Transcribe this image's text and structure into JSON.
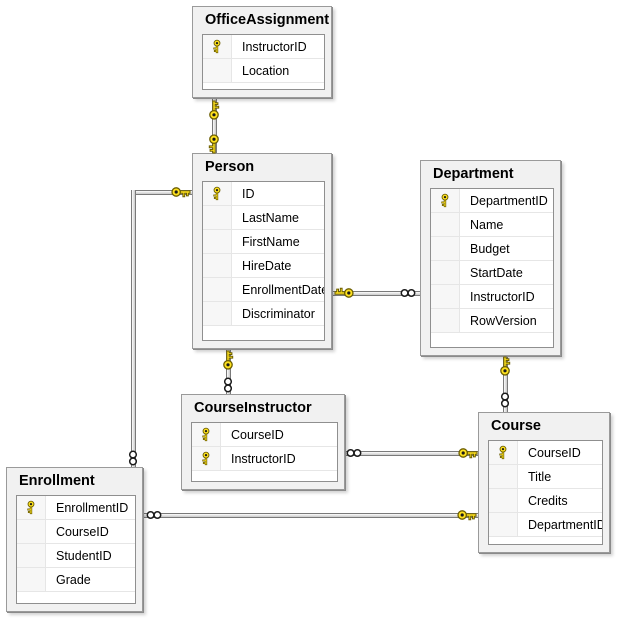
{
  "diagram": {
    "tables": [
      {
        "title": "OfficeAssignment",
        "fields": [
          {
            "name": "InstructorID",
            "key": true
          },
          {
            "name": "Location",
            "key": false
          }
        ]
      },
      {
        "title": "Person",
        "fields": [
          {
            "name": "ID",
            "key": true
          },
          {
            "name": "LastName",
            "key": false
          },
          {
            "name": "FirstName",
            "key": false
          },
          {
            "name": "HireDate",
            "key": false
          },
          {
            "name": "EnrollmentDate",
            "key": false
          },
          {
            "name": "Discriminator",
            "key": false
          }
        ]
      },
      {
        "title": "Department",
        "fields": [
          {
            "name": "DepartmentID",
            "key": true
          },
          {
            "name": "Name",
            "key": false
          },
          {
            "name": "Budget",
            "key": false
          },
          {
            "name": "StartDate",
            "key": false
          },
          {
            "name": "InstructorID",
            "key": false
          },
          {
            "name": "RowVersion",
            "key": false
          }
        ]
      },
      {
        "title": "CourseInstructor",
        "fields": [
          {
            "name": "CourseID",
            "key": true
          },
          {
            "name": "InstructorID",
            "key": true
          }
        ]
      },
      {
        "title": "Course",
        "fields": [
          {
            "name": "CourseID",
            "key": true
          },
          {
            "name": "Title",
            "key": false
          },
          {
            "name": "Credits",
            "key": false
          },
          {
            "name": "DepartmentID",
            "key": false
          }
        ]
      },
      {
        "title": "Enrollment",
        "fields": [
          {
            "name": "EnrollmentID",
            "key": true
          },
          {
            "name": "CourseID",
            "key": false
          },
          {
            "name": "StudentID",
            "key": false
          },
          {
            "name": "Grade",
            "key": false
          }
        ]
      }
    ],
    "relations": [
      {
        "from": "OfficeAssignment",
        "to": "Person",
        "from_cardinality": "one",
        "to_cardinality": "one"
      },
      {
        "from": "Person",
        "to": "Enrollment",
        "from_cardinality": "one",
        "to_cardinality": "many"
      },
      {
        "from": "Person",
        "to": "Department",
        "from_cardinality": "one",
        "to_cardinality": "many"
      },
      {
        "from": "Person",
        "to": "CourseInstructor",
        "from_cardinality": "one",
        "to_cardinality": "many"
      },
      {
        "from": "Department",
        "to": "Course",
        "from_cardinality": "one",
        "to_cardinality": "many"
      },
      {
        "from": "Course",
        "to": "CourseInstructor",
        "from_cardinality": "one",
        "to_cardinality": "many"
      },
      {
        "from": "Course",
        "to": "Enrollment",
        "from_cardinality": "one",
        "to_cardinality": "many"
      }
    ],
    "icons": {
      "key_icon": "primary key / one side of relation",
      "infinity_icon": "many side of relation"
    },
    "colors": {
      "key_yellow": "#ffe21f",
      "table_background": "#f1f1f1",
      "table_border": "#9a9a9a",
      "grid_border": "#8f8f8f",
      "line_gray": "#7a7a7a",
      "canvas_background": "#ffffff"
    }
  }
}
